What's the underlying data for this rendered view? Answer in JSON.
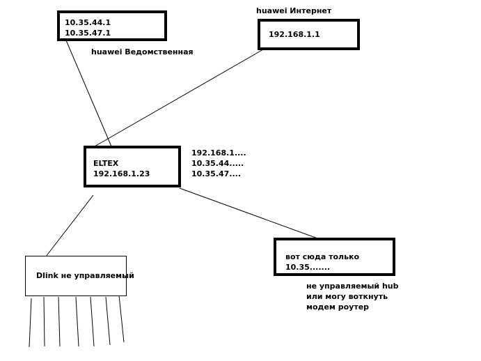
{
  "nodes": {
    "huawei_vedom": {
      "lines": [
        "10.35.44.1",
        "10.35.47.1"
      ],
      "caption": "huawei  Ведомственная"
    },
    "huawei_internet": {
      "lines": [
        "192.168.1.1"
      ],
      "caption": "huawei  Интернет"
    },
    "eltex": {
      "lines": [
        "ELTEX",
        "192.168.1.23"
      ],
      "note_lines": [
        "192.168.1....",
        "10.35.44.....",
        "10.35.47...."
      ]
    },
    "dlink": {
      "lines": [
        "Dlink не управляемый"
      ]
    },
    "target": {
      "lines": [
        "вот сюда только",
        "10.35......."
      ],
      "note_lines": [
        "не управляемый hub",
        "или могу воткнуть",
        "модем роутер"
      ]
    }
  },
  "colors": {
    "stroke": "#000000",
    "background": "#ffffff"
  }
}
